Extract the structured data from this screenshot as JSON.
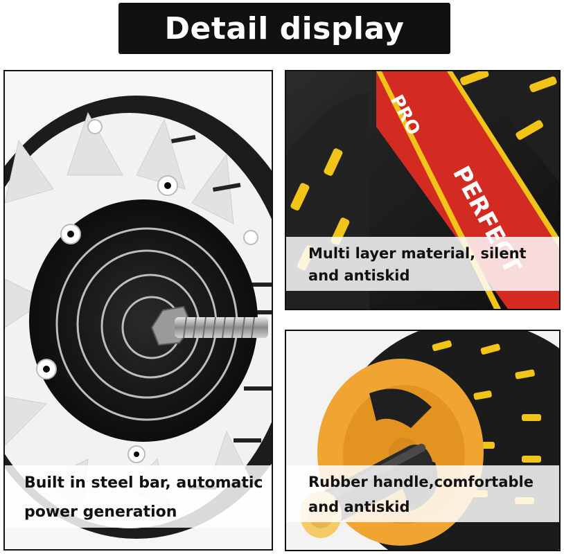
{
  "header": {
    "title": "Detail display"
  },
  "panels": {
    "left": {
      "caption_line1": "Built in steel bar, automatic",
      "caption_line2": "power generation"
    },
    "top_right": {
      "caption_line1": "Multi layer material, silent",
      "caption_line2": "and antiskid",
      "brand_small": "PRO",
      "brand_large": "PERFECT"
    },
    "bottom_right": {
      "caption_line1": "Rubber handle,comfortable",
      "caption_line2": "and antiskid"
    }
  },
  "colors": {
    "title_bg": "#111111",
    "title_text": "#ffffff",
    "tread_black": "#1a1a1a",
    "accent_yellow": "#f2c318",
    "brand_red": "#d32a22",
    "hub_orange": "#f0a431"
  }
}
